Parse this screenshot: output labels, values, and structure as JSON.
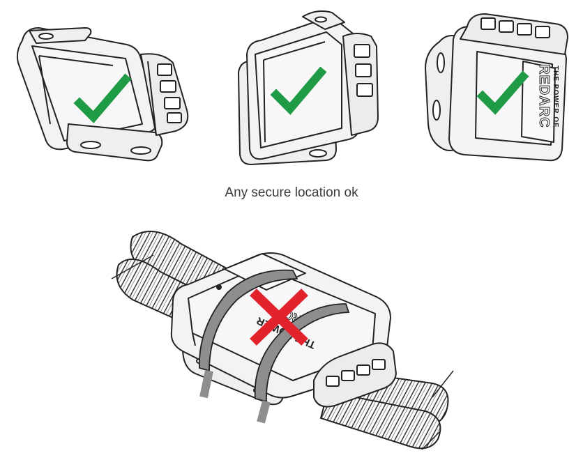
{
  "caption": "Any secure location ok",
  "brand_text_line1": "THE POWER OF",
  "brand_text_line2": "REDARC",
  "bottom_brand_text": "THE POWER",
  "bottom_brand_fragment": "ARC",
  "marks": {
    "ok": "check-mark",
    "not_ok": "cross-mark"
  },
  "colors": {
    "check": "#1f9a45",
    "cross": "#e3232c",
    "outline": "#222222",
    "body_fill": "#f3f3f3",
    "strap": "#8e8e8e"
  }
}
